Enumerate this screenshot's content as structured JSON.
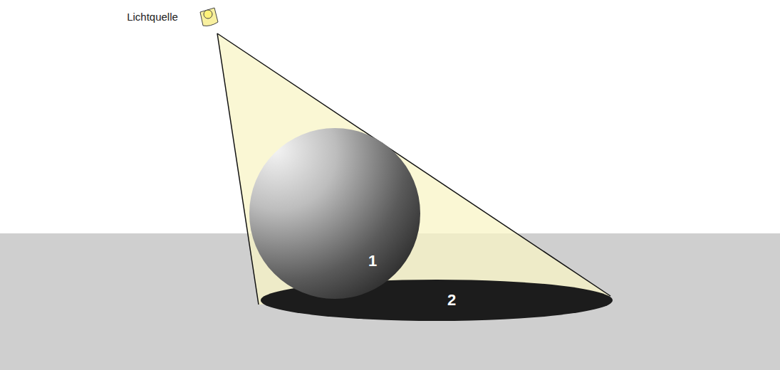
{
  "diagram": {
    "labels": [
      "Lichtquelle",
      "1",
      "2"
    ]
  }
}
